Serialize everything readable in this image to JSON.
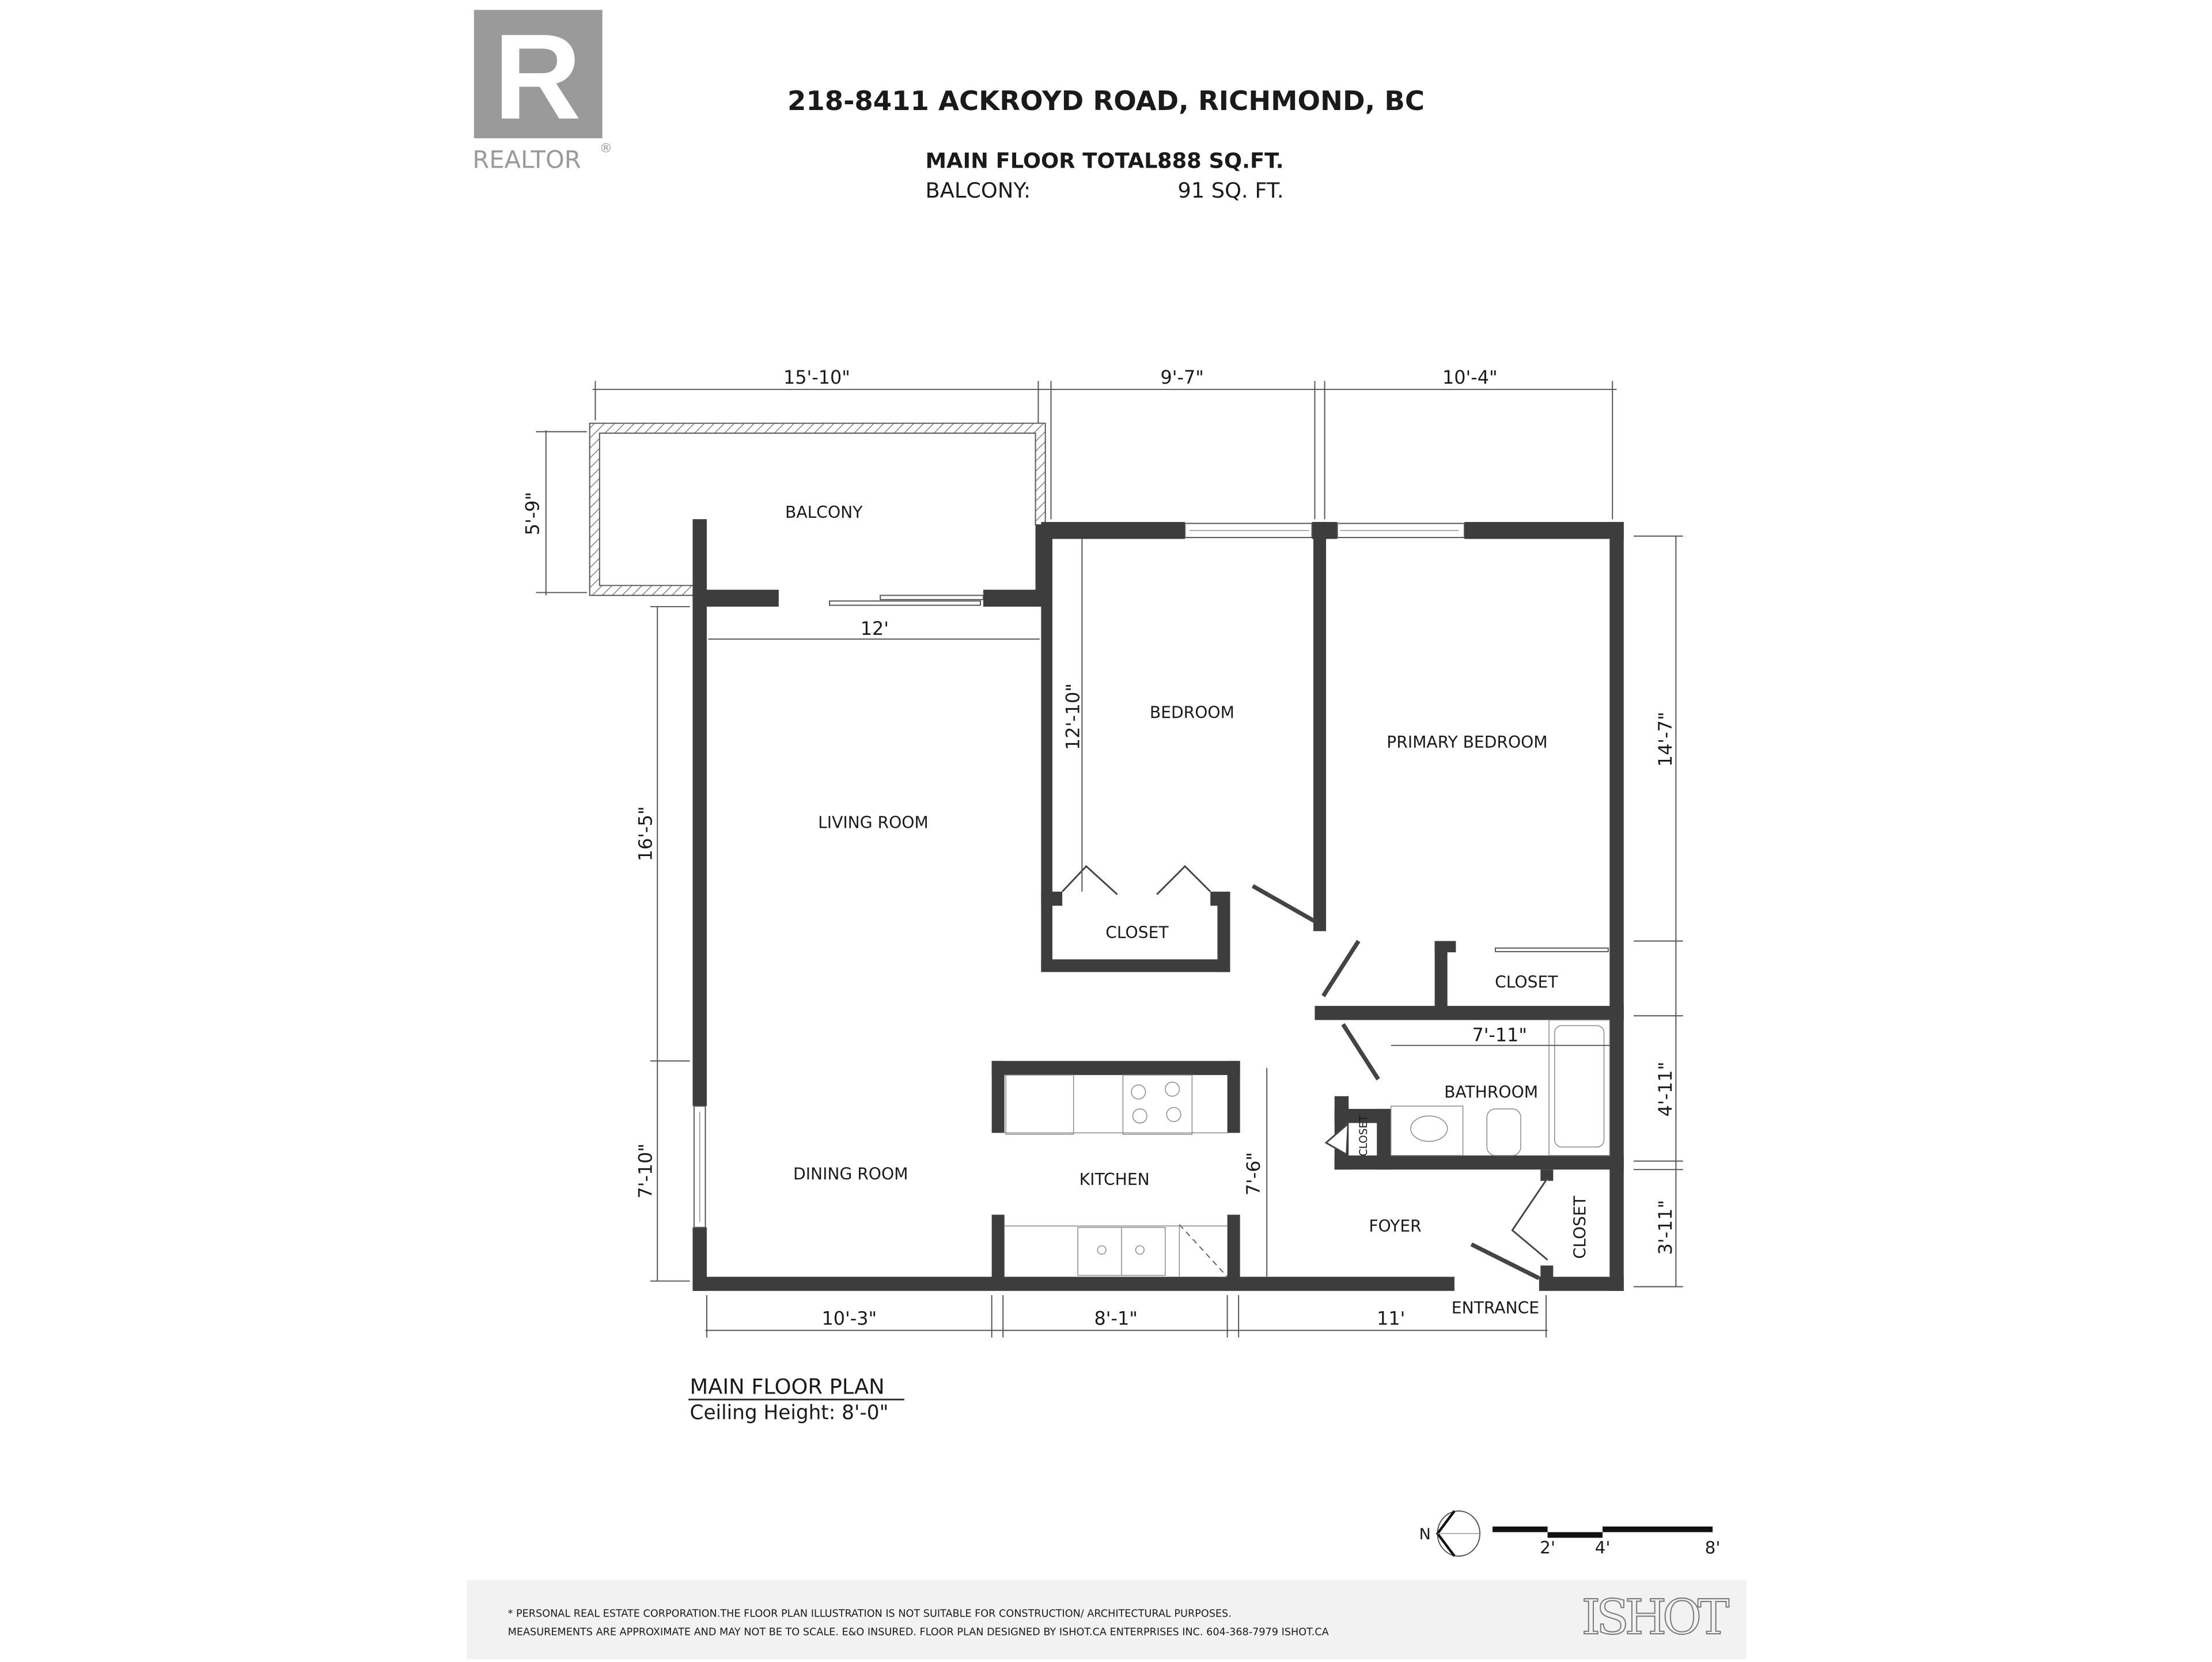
{
  "header": {
    "logo_letter": "R",
    "logo_text": "REALTOR",
    "logo_reg": "®",
    "address": "218-8411 ACKROYD ROAD, RICHMOND, BC",
    "areas": [
      {
        "label": "MAIN FLOOR TOTAL:",
        "value": "888 SQ.FT."
      },
      {
        "label": "BALCONY:",
        "value": "91 SQ. FT."
      }
    ]
  },
  "rooms": {
    "balcony": "BALCONY",
    "living_room": "LIVING ROOM",
    "dining_room": "DINING ROOM",
    "kitchen": "KITCHEN",
    "bedroom": "BEDROOM",
    "primary_bedroom": "PRIMARY BEDROOM",
    "bedroom_closet": "CLOSET",
    "primary_closet": "CLOSET",
    "bathroom": "BATHROOM",
    "bath_closet": "CLOSET",
    "foyer": "FOYER",
    "foyer_closet": "CLOSET",
    "entrance": "ENTRANCE"
  },
  "dimensions": {
    "balcony_width": "15'-10\"",
    "balcony_depth": "5'-9\"",
    "bedroom_width": "9'-7\"",
    "primary_width": "10'-4\"",
    "living_width": "12'",
    "living_depth": "16'-5\"",
    "bedroom_depth": "12'-10\"",
    "primary_depth": "14'-7\"",
    "bathroom_width": "7'-11\"",
    "bathroom_depth": "4'-11\"",
    "foyer_closet_depth": "3'-11\"",
    "dining_depth": "7'-10\"",
    "kitchen_depth": "7'-6\"",
    "dining_width": "10'-3\"",
    "kitchen_width": "8'-1\"",
    "foyer_width": "11'"
  },
  "plan_label": {
    "title": "MAIN FLOOR PLAN",
    "ceiling": "Ceiling Height: 8'-0\""
  },
  "compass": {
    "north": "N"
  },
  "scale_bar": {
    "ticks": [
      "2'",
      "4'",
      "8'"
    ]
  },
  "footer": {
    "line1": "* PERSONAL REAL ESTATE CORPORATION.THE FLOOR PLAN ILLUSTRATION IS NOT SUITABLE FOR CONSTRUCTION/ ARCHITECTURAL PURPOSES.",
    "line2": "MEASUREMENTS ARE APPROXIMATE AND MAY NOT BE TO SCALE. E&O INSURED. FLOOR PLAN DESIGNED BY ISHOT.CA ENTERPRISES INC. 604-368-7979  ISHOT.CA",
    "brand": "ISHOT"
  },
  "colors": {
    "wall": "#3d3d3d",
    "logo_gray": "#9a9a9a",
    "footer_bg": "#f2f2f2"
  }
}
